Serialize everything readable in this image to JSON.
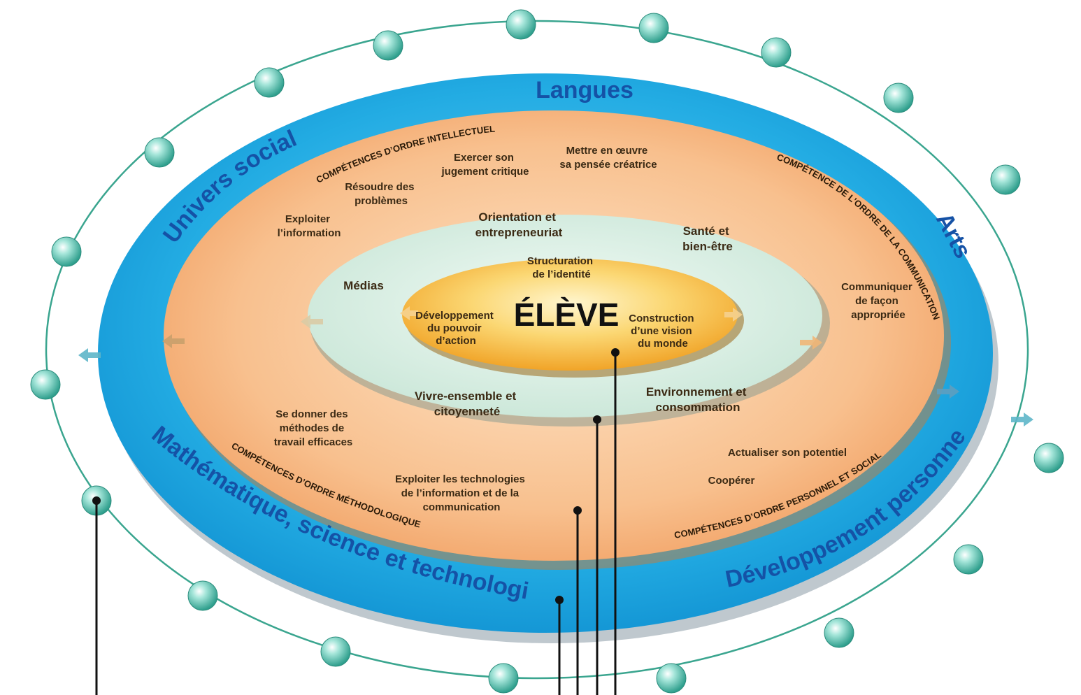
{
  "center": {
    "label": "ÉLÈVE"
  },
  "inner_ring": {
    "structuration": [
      "Structuration",
      "de l’identité"
    ],
    "developpement": [
      "Développement",
      "du pouvoir",
      "d’action"
    ],
    "construction": [
      "Construction",
      "d’une vision",
      "du monde"
    ]
  },
  "broad_areas": {
    "orientation": [
      "Orientation et",
      "entrepreneuriat"
    ],
    "sante": [
      "Santé et",
      "bien-être"
    ],
    "medias": [
      "Médias"
    ],
    "vivre": [
      "Vivre-ensemble et",
      "citoyenneté"
    ],
    "environnement": [
      "Environnement et",
      "consommation"
    ]
  },
  "competencies": {
    "intellectuel_title": "COMPÉTENCES D’ORDRE INTELLECTUEL",
    "communication_title": "COMPÉTENCE DE L’ORDRE DE LA COMMUNICATION",
    "methodologique_title": "COMPÉTENCES D’ORDRE MÉTHODOLOGIQUE",
    "personnel_title": "COMPÉTENCES D’ORDRE PERSONNEL ET SOCIAL",
    "exploiter_info": [
      "Exploiter",
      "l’information"
    ],
    "resoudre": [
      "Résoudre des",
      "problèmes"
    ],
    "jugement": [
      "Exercer son",
      "jugement critique"
    ],
    "creatrice": [
      "Mettre en œuvre",
      "sa pensée créatrice"
    ],
    "communiquer": [
      "Communiquer",
      "de façon",
      "appropriée"
    ],
    "methodes": [
      "Se donner des",
      "méthodes de",
      "travail efficaces"
    ],
    "technologies": [
      "Exploiter les technologies",
      "de l’information et de la",
      "communication"
    ],
    "actualiser": [
      "Actualiser son potentiel"
    ],
    "cooperer": [
      "Coopérer"
    ]
  },
  "subject_areas": {
    "langues": "Langues",
    "univers_social": "Univers social",
    "arts": "Arts",
    "math_sciences": "Mathématique, science et technologie",
    "developpement_personnel": "Développement personnel"
  },
  "colors": {
    "outer_blue": "#1aa6e0",
    "orange_ring": "#f6b57d",
    "green_ring": "#d4ece0",
    "center_gold": "#f3b233",
    "sphere": "#7fd4c4"
  }
}
